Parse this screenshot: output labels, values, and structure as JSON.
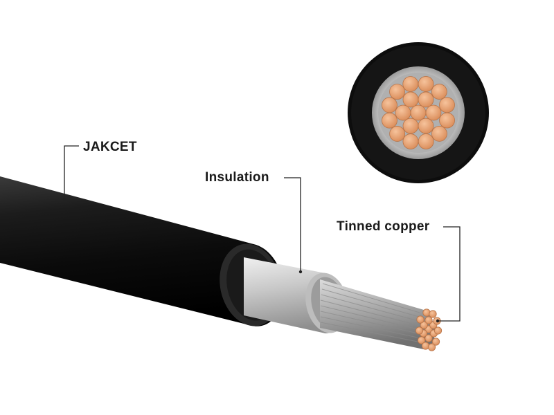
{
  "labels": {
    "jacket": "JAKCET",
    "insulation": "Insulation",
    "conductor": "Tinned copper"
  },
  "colors": {
    "jacket": "#111111",
    "insulation": "#c9c9c9",
    "tinned_wire": "#b8b8b8",
    "copper": "#e8a477",
    "leader_line": "#222222"
  }
}
